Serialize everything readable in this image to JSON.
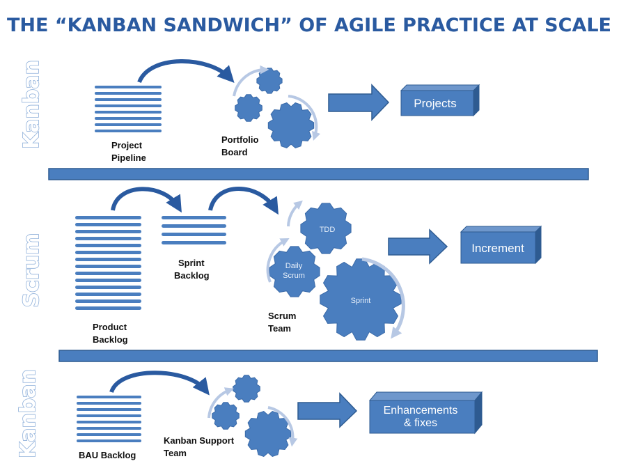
{
  "title": "THE “KANBAN SANDWICH” OF AGILE PRACTICE AT SCALE",
  "colors": {
    "primary": "#4a7ebf",
    "dark": "#2a5aa0",
    "stroke": "#2e5b91",
    "arrow_light": "#b7c8e4"
  },
  "sections": {
    "top": {
      "side_label": "Kanban",
      "pipeline_label": [
        "Project",
        "Pipeline"
      ],
      "board_label": [
        "Portfolio",
        "Board"
      ],
      "output": "Projects"
    },
    "middle": {
      "side_label": "Scrum",
      "product_backlog_label": [
        "Product",
        "Backlog"
      ],
      "sprint_backlog_label": [
        "Sprint",
        "Backlog"
      ],
      "team_label": [
        "Scrum",
        "Team"
      ],
      "gears": [
        "TDD",
        "Daily",
        "Scrum",
        "Sprint"
      ],
      "output": "Increment"
    },
    "bottom": {
      "side_label": "Kanban",
      "backlog_label": "BAU Backlog",
      "team_label": [
        "Kanban Support",
        "Team"
      ],
      "output": [
        "Enhancements",
        "& fixes"
      ]
    }
  }
}
